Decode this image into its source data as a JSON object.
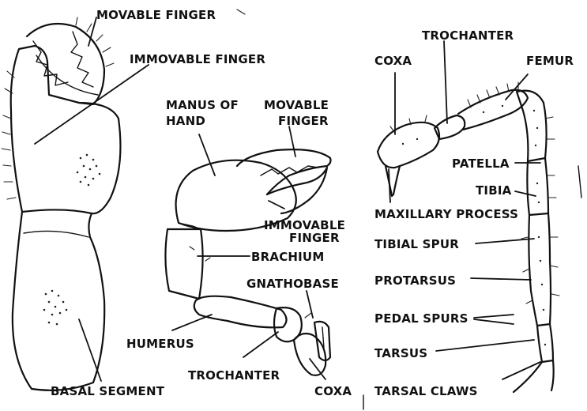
{
  "labels": {
    "chelicera_movable_finger": "MOVABLE FINGER",
    "chelicera_immovable_finger": "IMMOVABLE FINGER",
    "chelicera_basal_segment": "BASAL SEGMENT",
    "pedipalp_manus_line1": "MANUS OF",
    "pedipalp_manus_line2": "HAND",
    "pedipalp_movable_line1": "MOVABLE",
    "pedipalp_movable_line2": "FINGER",
    "pedipalp_immovable_line1": "IMMOVABLE",
    "pedipalp_immovable_line2": "FINGER",
    "pedipalp_brachium": "BRACHIUM",
    "pedipalp_gnathobase": "GNATHOBASE",
    "pedipalp_humerus": "HUMERUS",
    "pedipalp_trochanter": "TROCHANTER",
    "pedipalp_coxa": "COXA",
    "leg_trochanter": "TROCHANTER",
    "leg_coxa": "COXA",
    "leg_femur": "FEMUR",
    "leg_patella": "PATELLA",
    "leg_tibia": "TIBIA",
    "leg_maxillary_process": "MAXILLARY PROCESS",
    "leg_tibial_spur": "TIBIAL SPUR",
    "leg_protarsus": "PROTARSUS",
    "leg_pedal_spurs": "PEDAL SPURS",
    "leg_tarsus": "TARSUS",
    "leg_tarsal_claws": "TARSAL CLAWS"
  }
}
